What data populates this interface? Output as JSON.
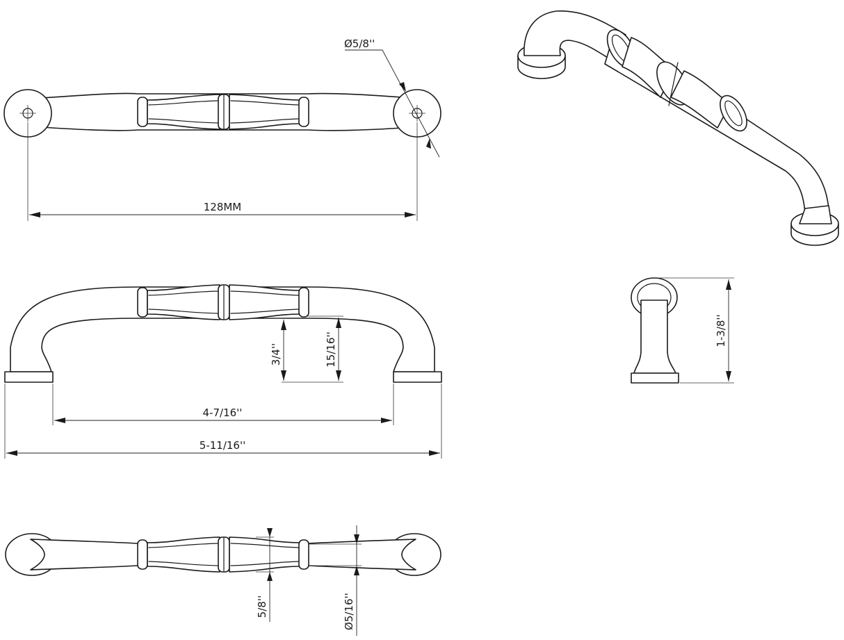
{
  "dimensions": {
    "hole_diameter": "Ø5/8''",
    "center_to_center": "128MM",
    "inner_height": "3/4''",
    "bar_height": "15/16''",
    "inner_length": "4-7/16''",
    "overall_length": "5-11/16''",
    "projection": "1-3/8''",
    "collar_width": "5/8''",
    "bar_diameter": "Ø5/16''"
  },
  "colors": {
    "line": "#1a1a1a",
    "background": "#ffffff"
  }
}
